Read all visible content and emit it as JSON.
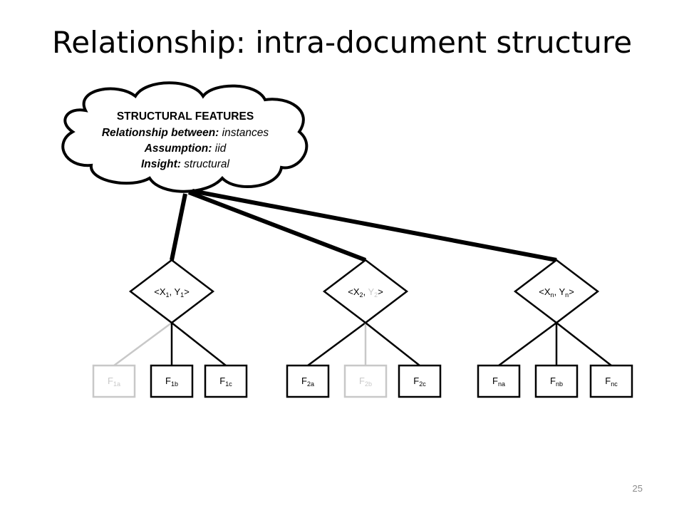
{
  "slide": {
    "title": "Relationship: intra-document structure",
    "page_number": "25"
  },
  "cloud": {
    "heading": "STRUCTURAL FEATURES",
    "line1_label": "Relationship between:",
    "line1_value": " instances",
    "line2_label": "Assumption:",
    "line2_value": " iid",
    "line3_label": "Insight:",
    "line3_value": " structural"
  },
  "instances": [
    {
      "x": "X",
      "x_sub": "1",
      "y": "Y",
      "y_sub": "1"
    },
    {
      "x": "X",
      "x_sub": "2",
      "y": "Y",
      "y_sub": "2"
    },
    {
      "x": "X",
      "x_sub": "n",
      "y": "Y",
      "y_sub": "n"
    }
  ],
  "features": [
    {
      "base": "F",
      "sub": "1a",
      "greyed": true
    },
    {
      "base": "F",
      "sub": "1b",
      "greyed": false
    },
    {
      "base": "F",
      "sub": "1c",
      "greyed": false
    },
    {
      "base": "F",
      "sub": "2a",
      "greyed": false
    },
    {
      "base": "F",
      "sub": "2b",
      "greyed": true
    },
    {
      "base": "F",
      "sub": "2c",
      "greyed": false
    },
    {
      "base": "F",
      "sub": "na",
      "greyed": false
    },
    {
      "base": "F",
      "sub": "nb",
      "greyed": false
    },
    {
      "base": "F",
      "sub": "nc",
      "greyed": false
    }
  ],
  "colors": {
    "active": "#000000",
    "greyed": "#c8c8c8",
    "page_number": "#8c8c8c"
  }
}
